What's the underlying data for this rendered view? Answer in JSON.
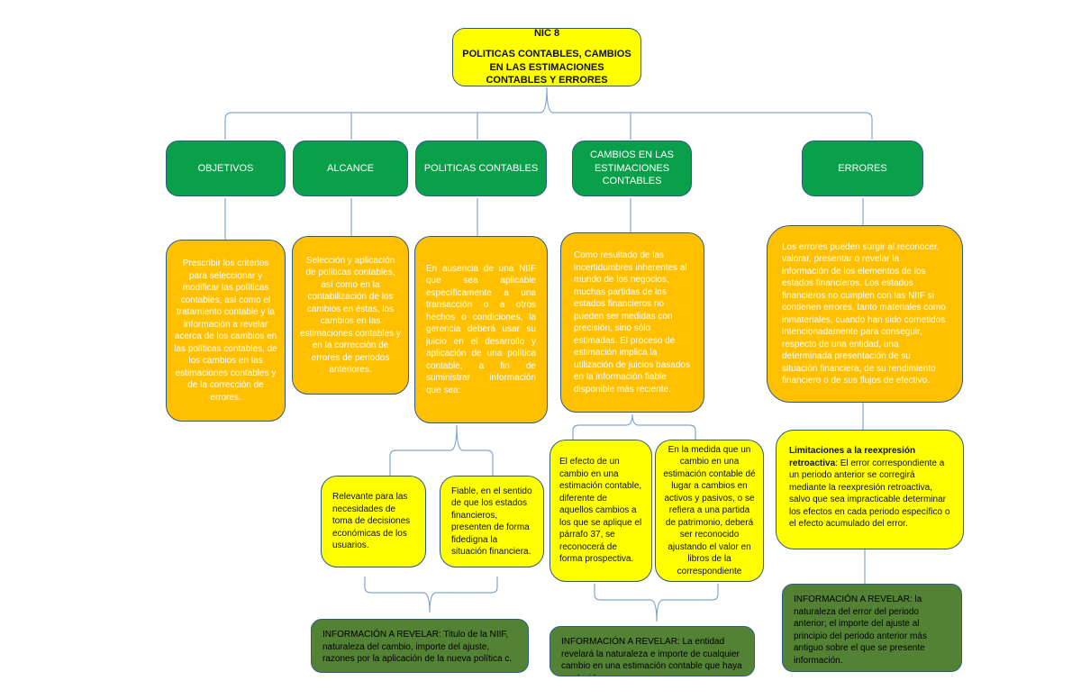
{
  "title": {
    "line1": "NIC 8",
    "line2": "POLITICAS CONTABLES, CAMBIOS EN LAS ESTIMACIONES CONTABLES Y ERRORES"
  },
  "headers": {
    "objetivos": "OBJETIVOS",
    "alcance": "ALCANCE",
    "politicas": "POLITICAS CONTABLES",
    "cambios": "CAMBIOS EN LAS ESTIMACIONES CONTABLES",
    "errores": "ERRORES"
  },
  "descriptions": {
    "objetivos": "Prescribir los criterios para seleccionar y modificar las políticas contables, así como el tratamiento contable y la información a revelar acerca de los cambios en las políticas contables, de los cambios en las estimaciones contables y de la corrección de errores.",
    "alcance": "Selección y aplicación de políticas contables, así como en la contabilización de los cambios en éstas, los cambios en las estimaciones contables y en la corrección de errores de periodos anteriores.",
    "politicas": "En ausencia de una NIIF que sea aplicable específicamente a una transacción o a otros hechos o condiciones, la gerencia deberá usar su juicio en el desarrollo y aplicación de una política contable, a fin de suministrar información que sea:",
    "cambios": "Como resultado de las incertidumbres inherentes al mundo de los negocios, muchas partidas de los estados financieros no pueden ser medidas con precisión, sino sólo estimadas. El proceso de estimación implica la utilización de juicios basados en la información fiable disponible más reciente.",
    "errores": "Los errores pueden surgir al reconocer, valorar, presentar o revelar la información de los elementos de los estados financieros. Los estados financieros no cumplen con las NIIF si contienen errores, tanto materiales como inmateriales, cuando han sido cometidos intencionadamente para conseguir, respecto de una entidad, una determinada presentación de su situación financiera, de su rendimiento financiero o de sus flujos de efectivo."
  },
  "sub": {
    "relevante": "Relevante para las necesidades de toma de decisiones económicas de los usuarios.",
    "fiable": "Fiable, en el sentido de que los estados financieros, presenten de forma fidedigna la situación financiera.",
    "efecto": "El efecto de un cambio en una estimación contable, diferente de aquellos cambios a los que se aplique el párrafo 37, se reconocerá de forma prospectiva.",
    "medida": "En la medida que un cambio en una estimación contable dé lugar a cambios en activos y pasivos, o se refiera a una partida de patrimonio, deberá ser reconocido ajustando el valor en libros de la correspondiente",
    "limitaciones_label": "Limitaciones a la reexpresión retroactiva",
    "limitaciones_text": ": El error correspondiente a un periodo anterior se corregirá mediante la reexpresión retroactiva, salvo que sea impracticable determinar los efectos en cada periodo específico o el efecto acumulado del error."
  },
  "info": {
    "politicas": "INFORMACIÓN A REVELAR: Titulo de la NIIF, naturaleza del cambio, importe del ajuste, razones por la aplicación de la nueva política c.",
    "cambios": "INFORMACIÓN A REVELAR: La entidad revelará la naturaleza e importe de cualquier cambio en una estimación contable que haya producido",
    "errores": "INFORMACIÓN A REVELAR: la naturaleza del error del periodo anterior; el importe del ajuste al principio del periodo anterior más antiguo sobre el que se presente información."
  },
  "colors": {
    "title_fill": "#ffff00",
    "header_fill": "#0aa04a",
    "desc_fill": "#ffc000",
    "sub_fill": "#ffff00",
    "info_fill": "#548235",
    "connector": "#7fa7cf"
  }
}
